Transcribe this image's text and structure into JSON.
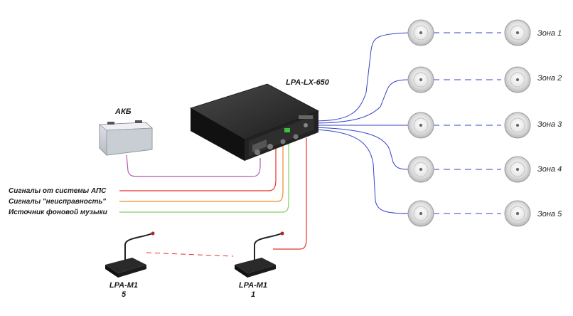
{
  "amplifier": {
    "label": "LPA-LX-650"
  },
  "battery": {
    "label": "АКБ"
  },
  "signals": [
    {
      "label": "Сигналы от системы АПС",
      "color": "#e8302a"
    },
    {
      "label": "Сигналы \"неисправность\"",
      "color": "#f08a24"
    },
    {
      "label": "Источник фоновой музыки",
      "color": "#7ed063"
    }
  ],
  "battery_wire_color": "#b05bb0",
  "zone_wire_color": "#3342c8",
  "mic_link_color": "#e8302a",
  "zones": [
    {
      "label": "Зона 1"
    },
    {
      "label": "Зона 2"
    },
    {
      "label": "Зона 3"
    },
    {
      "label": "Зона 4"
    },
    {
      "label": "Зона 5"
    }
  ],
  "microphones": [
    {
      "model": "LPA-M1",
      "number": "5"
    },
    {
      "model": "LPA-M1",
      "number": "1"
    }
  ]
}
